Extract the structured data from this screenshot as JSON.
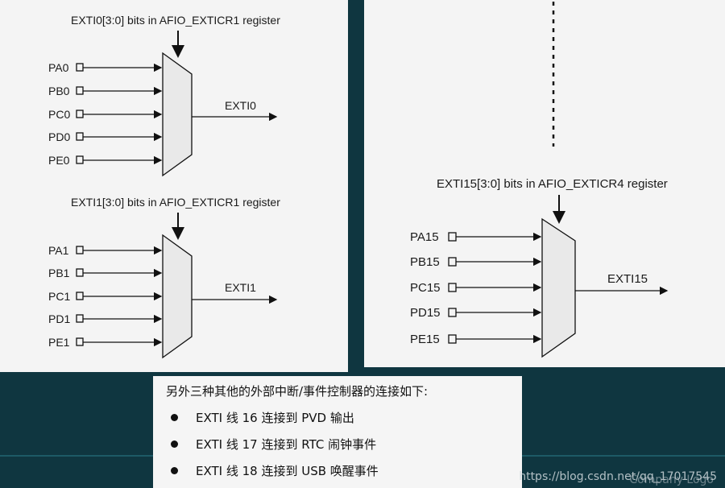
{
  "left_top": {
    "register": "EXTI0[3:0] bits in AFIO_EXTICR1 register",
    "inputs": [
      "PA0",
      "PB0",
      "PC0",
      "PD0",
      "PE0"
    ],
    "output": "EXTI0"
  },
  "left_bottom": {
    "register": "EXTI1[3:0] bits in AFIO_EXTICR1 register",
    "inputs": [
      "PA1",
      "PB1",
      "PC1",
      "PD1",
      "PE1"
    ],
    "output": "EXTI1"
  },
  "right": {
    "register": "EXTI15[3:0] bits in AFIO_EXTICR4 register",
    "inputs": [
      "PA15",
      "PB15",
      "PC15",
      "PD15",
      "PE15"
    ],
    "output": "EXTI15"
  },
  "note": {
    "title": "另外三种其他的外部中断/事件控制器的连接如下:",
    "items": [
      "EXTI 线 16 连接到 PVD 输出",
      "EXTI 线 17 连接到 RTC 闹钟事件",
      "EXTI 线 18 连接到 USB 唤醒事件"
    ]
  },
  "watermark": "https://blog.csdn.net/qq_17017545",
  "logo_text": "Company Logo",
  "colors": {
    "background": "#0f3640",
    "panel": "#f4f4f4"
  }
}
